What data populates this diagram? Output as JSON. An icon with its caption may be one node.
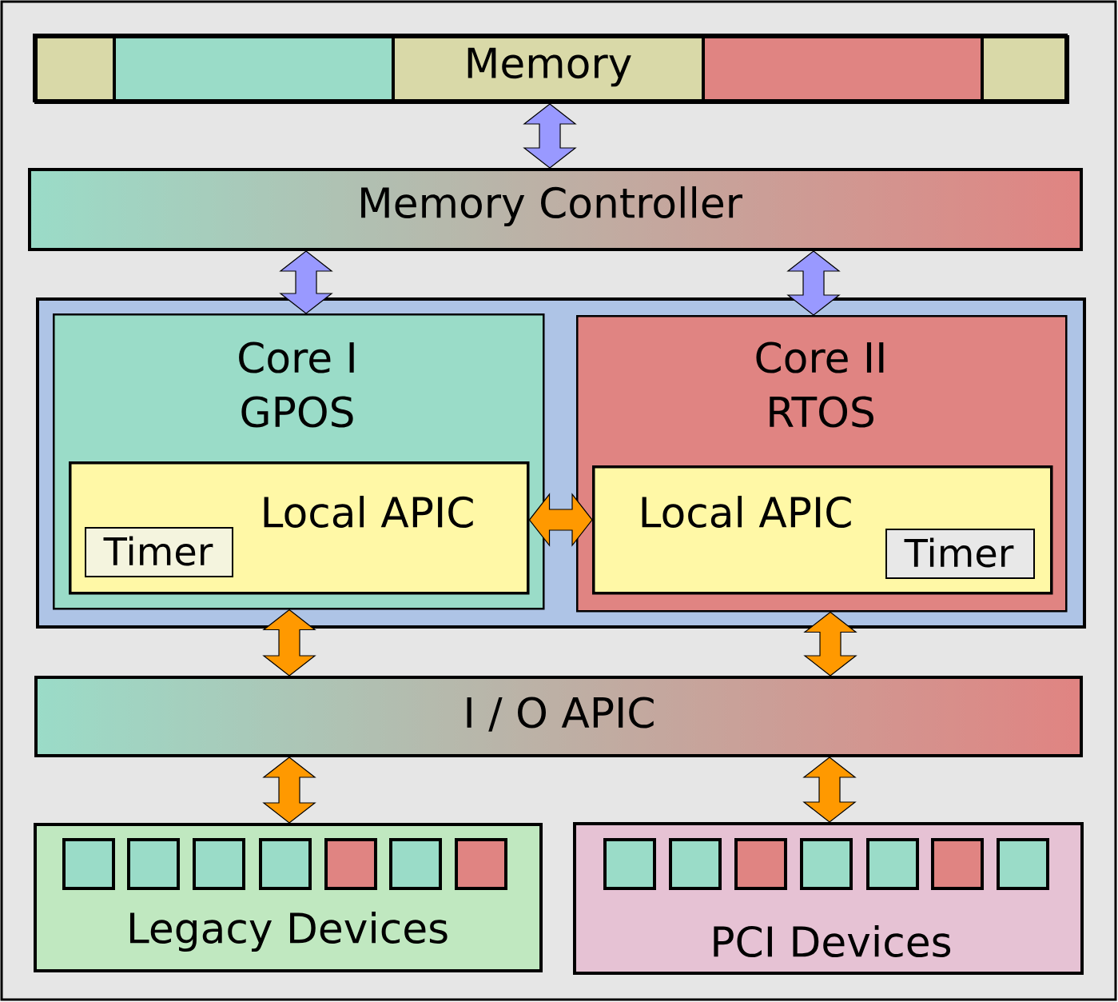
{
  "diagram": {
    "nodes": [
      {
        "text": [
          "Memory"
        ]
      },
      {
        "text": [
          "Memory Controller"
        ]
      },
      {
        "text": [],
        "shape": "box"
      },
      {
        "text": [
          "Core I",
          "GPOS"
        ],
        "in": 2
      },
      {
        "text": [
          "Local APIC"
        ],
        "in": 3
      },
      {
        "text": [
          "Timer"
        ],
        "in": 4
      },
      {
        "text": [
          "Core II",
          "RTOS"
        ],
        "in": 2
      },
      {
        "text": [
          "Local APIC"
        ],
        "in": 6
      },
      {
        "text": [
          "Timer"
        ],
        "in": 7
      },
      {
        "text": [
          "I / O APIC"
        ]
      },
      {
        "text": [
          "Legacy Devices"
        ]
      },
      {
        "text": [
          "PCI Devices"
        ]
      }
    ],
    "edges": [
      {
        "from": 0,
        "to": 1,
        "arrow": "both",
        "color": "#9999ff"
      },
      {
        "from": 1,
        "to": 3,
        "arrow": "both",
        "color": "#9999ff"
      },
      {
        "from": 1,
        "to": 6,
        "arrow": "both",
        "color": "#9999ff"
      },
      {
        "from": 4,
        "to": 7,
        "arrow": "both"
      },
      {
        "from": 3,
        "to": 9,
        "arrow": "both"
      },
      {
        "from": 6,
        "to": 9,
        "arrow": "both"
      },
      {
        "from": 9,
        "to": 10,
        "arrow": "both"
      },
      {
        "from": 9,
        "to": 11,
        "arrow": "both"
      }
    ]
  }
}
